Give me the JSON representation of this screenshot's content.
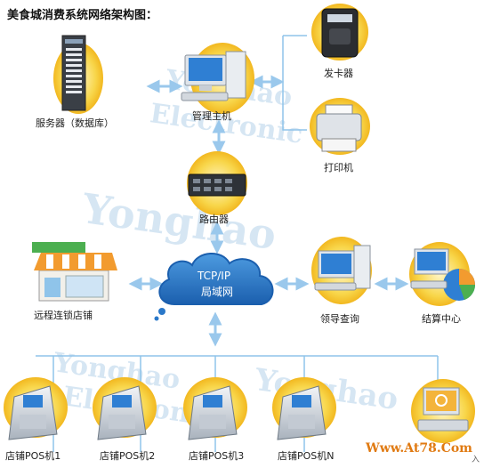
{
  "title": "美食城消费系统网络架构图：",
  "nodes": {
    "server": "服务器（数据库）",
    "manager": "管理主机",
    "card_issuer": "发卡器",
    "printer": "打印机",
    "router": "路由器",
    "network_line1": "TCP/IP",
    "network_line2": "局域网",
    "remote_store": "远程连锁店铺",
    "leader_query": "领导查询",
    "settlement": "结算中心",
    "pos1": "店铺POS机1",
    "pos2": "店铺POS机2",
    "pos3": "店铺POS机3",
    "posn": "店铺POS机N"
  },
  "watermarks": [
    "Yonghao",
    "Electronic",
    "Yonghao",
    "Yonghao",
    "Electronic",
    "Yonghao"
  ],
  "footer": {
    "site": "Www.At78.Com",
    "tail": "入"
  },
  "colors": {
    "link": "#9ac8ec",
    "halo": "#f7cf3a",
    "cloud": "#2a78c9",
    "line": "#8fc4ea"
  },
  "icons": {
    "server": "server-rack-icon",
    "manager": "desktop-computer-icon",
    "card_issuer": "card-reader-icon",
    "printer": "printer-icon",
    "router": "router-icon",
    "network": "cloud-network-icon",
    "remote_store": "storefront-icon",
    "leader_query": "desktop-computer-icon",
    "settlement": "pie-chart-computer-icon",
    "pos": "pos-terminal-icon"
  }
}
